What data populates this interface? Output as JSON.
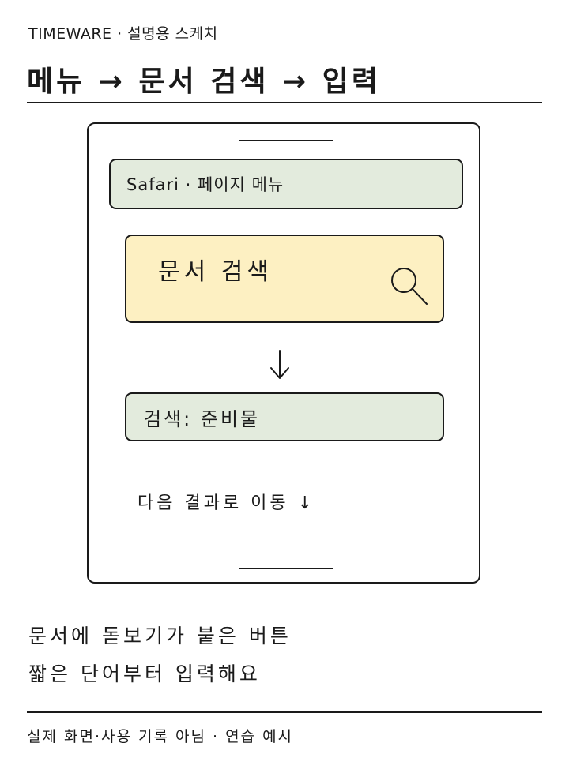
{
  "header": {
    "eyebrow": "TIMEWARE · 설명용 스케치",
    "title": "메뉴 → 문서 검색 → 입력"
  },
  "phone": {
    "menu_bar_label": "Safari · 페이지 메뉴",
    "search_button_label": "문서 검색",
    "search_icon": "magnifier-icon",
    "flow_arrow": "down-arrow-icon",
    "query_field_text": "검색: 준비물",
    "next_result_label": "다음 결과로 이동 ↓"
  },
  "captions": [
    "문서에 돋보기가 붙은 버튼",
    "짧은 단어부터 입력해요"
  ],
  "footnote": "실제 화면·사용 기록 아님 · 연습 예시",
  "colors": {
    "menu_fill": "#e3ebdd",
    "search_fill": "#fdf0c2",
    "ink": "#1a1a1a"
  }
}
